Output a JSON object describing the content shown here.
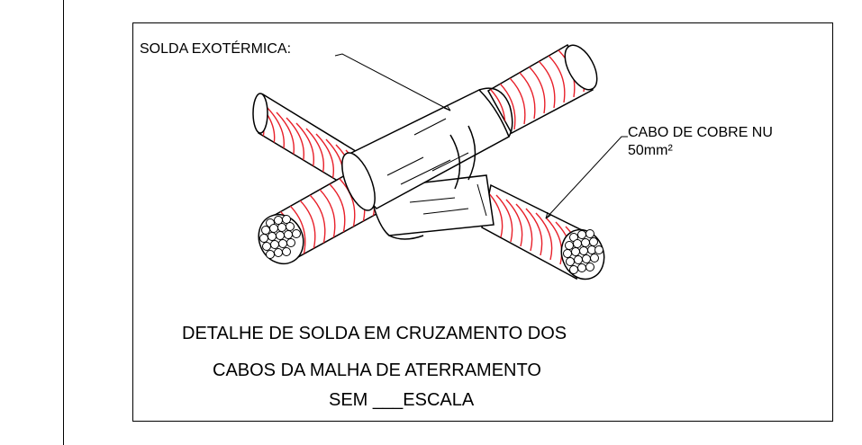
{
  "labels": {
    "weld": "SOLDA EXOTÉRMICA:",
    "cable_line1": "CABO DE COBRE NU",
    "cable_line2": "50mm²"
  },
  "title": {
    "line1": "DETALHE DE SOLDA EM CRUZAMENTO DOS",
    "line2": "CABOS DA MALHA DE ATERRAMENTO",
    "scale": "SEM ___ESCALA"
  },
  "colors": {
    "strand": "#e8202a",
    "outline": "#000000",
    "background": "#ffffff"
  }
}
